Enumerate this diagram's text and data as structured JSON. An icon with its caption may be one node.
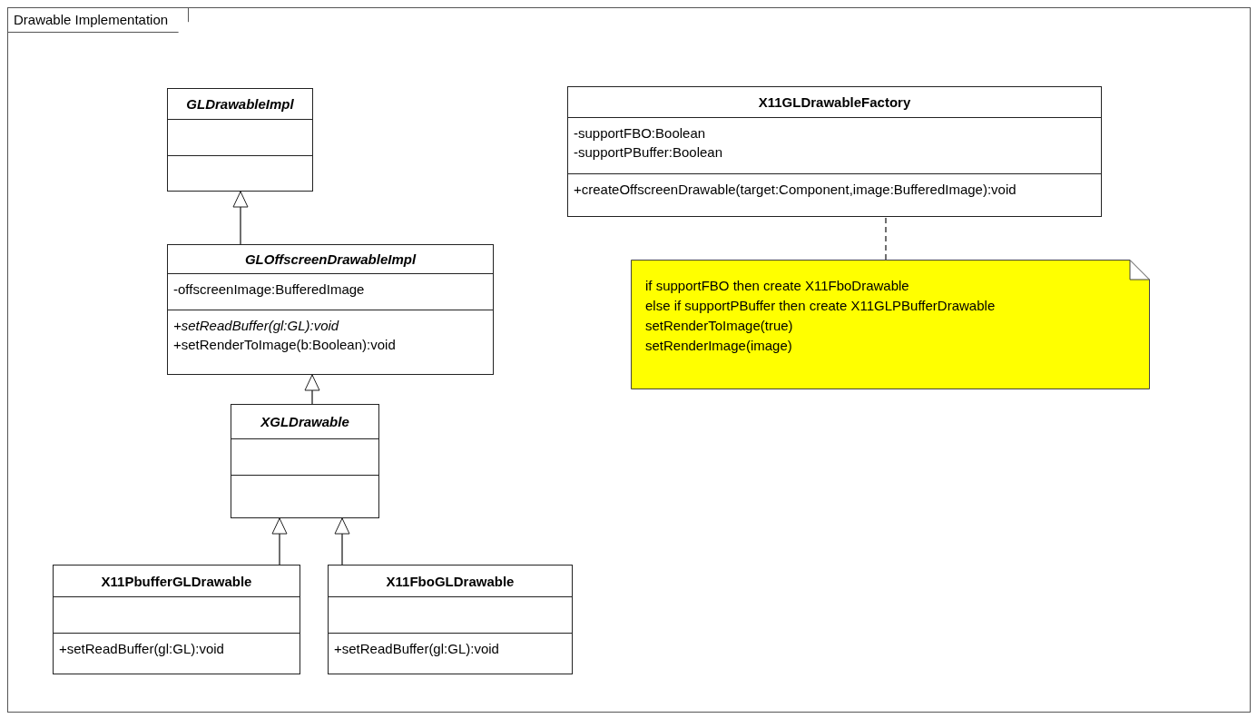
{
  "diagram": {
    "nodes": [
      {
        "text": [
          "Drawable Implementation"
        ]
      },
      {
        "text": [
          "GLDrawableImpl"
        ],
        "in": 0
      },
      {
        "text": [
          "GLOffscreenDrawableImpl",
          "-offscreenImage:BufferedImage",
          "+setReadBuffer(gl:GL):void",
          "+setRenderToImage(b:Boolean):void"
        ],
        "in": 0
      },
      {
        "text": [
          "XGLDrawable"
        ],
        "in": 0
      },
      {
        "text": [
          "X11PbufferGLDrawable",
          "+setReadBuffer(gl:GL):void"
        ],
        "in": 0
      },
      {
        "text": [
          "X11FboGLDrawable",
          "+setReadBuffer(gl:GL):void"
        ],
        "in": 0
      },
      {
        "text": [
          "X11GLDrawableFactory",
          "-supportFBO:Boolean",
          "-supportPBuffer:Boolean",
          "+createOffscreenDrawable(target:Component,image:BufferedImage):void"
        ],
        "in": 0
      },
      {
        "text": [
          "if supportFBO then create X11FboDrawable",
          "else if supportPBuffer then create X11GLPBufferDrawable",
          "setRenderToImage(true)",
          "setRenderImage(image)"
        ],
        "in": 0
      }
    ],
    "edges": [
      {
        "from": 2,
        "to": 1,
        "arrow": "to"
      },
      {
        "from": 3,
        "to": 2,
        "arrow": "to"
      },
      {
        "from": 4,
        "to": 3,
        "arrow": "to"
      },
      {
        "from": 5,
        "to": 3,
        "arrow": "to"
      },
      {
        "from": 7,
        "to": 6,
        "arrow": "none",
        "style": "dashed"
      }
    ]
  }
}
